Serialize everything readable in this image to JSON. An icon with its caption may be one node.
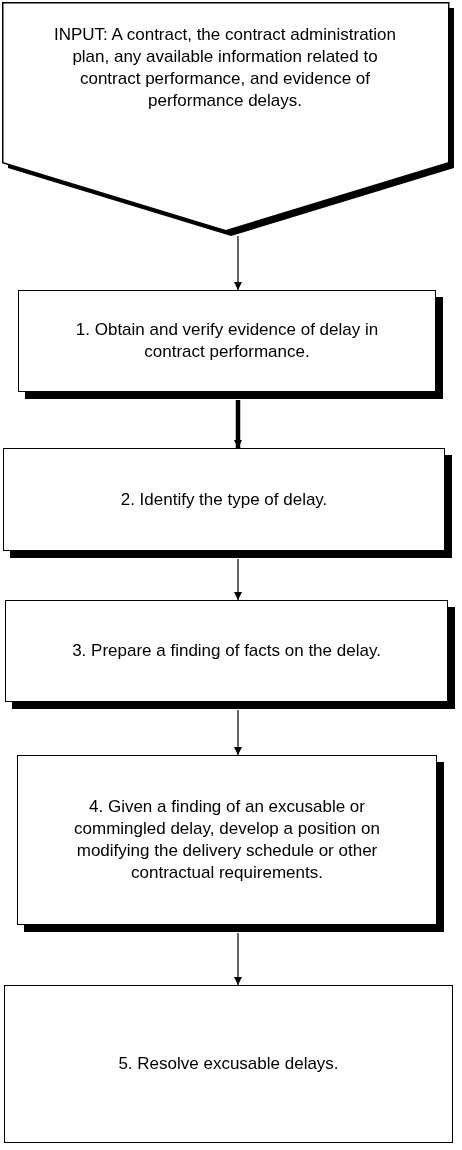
{
  "diagram": {
    "nodes": [
      {
        "text": [
          "INPUT:  A contract, the contract administration plan, any available information related to contract performance, and evidence of performance delays."
        ]
      },
      {
        "text": [
          "1.  Obtain and verify evidence of delay in contract performance."
        ]
      },
      {
        "text": [
          "2.  Identify the type of delay."
        ]
      },
      {
        "text": [
          "3.  Prepare a finding of facts on the delay."
        ]
      },
      {
        "text": [
          "4.  Given a finding of an excusable or commingled delay, develop a position on modifying the delivery schedule or other contractual requirements."
        ]
      },
      {
        "text": [
          "5.  Resolve excusable delays."
        ]
      }
    ],
    "edges": [
      {
        "from": 0,
        "to": 1,
        "arrow": "to"
      },
      {
        "from": 1,
        "to": 2,
        "arrow": "to",
        "style": "thick"
      },
      {
        "from": 2,
        "to": 3,
        "arrow": "to"
      },
      {
        "from": 3,
        "to": 4,
        "arrow": "to"
      },
      {
        "from": 4,
        "to": 5,
        "arrow": "to"
      }
    ]
  }
}
